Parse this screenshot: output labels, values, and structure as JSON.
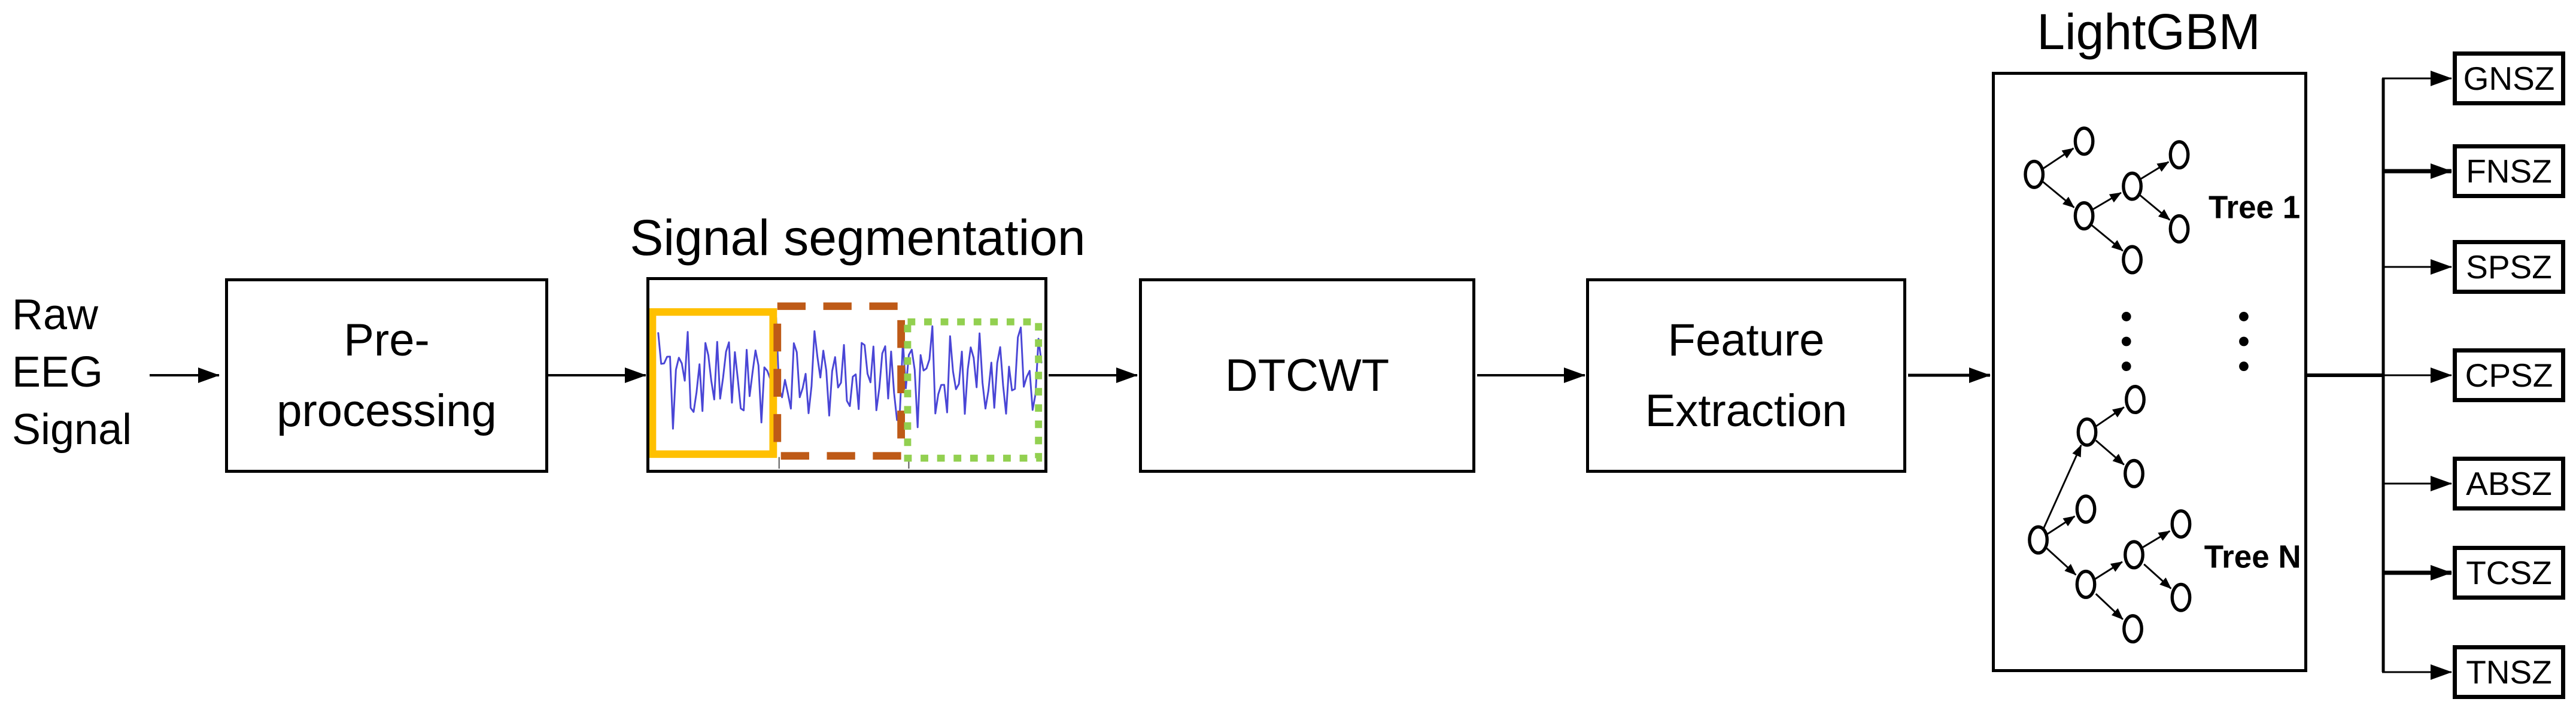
{
  "input_label": {
    "lines": [
      "Raw",
      "EEG",
      "Signal"
    ]
  },
  "stages": {
    "preprocessing": {
      "lines": [
        "Pre-",
        "processing"
      ]
    },
    "dtcwt": {
      "label": "DTCWT"
    },
    "feature_extraction": {
      "lines": [
        "Feature",
        "Extraction"
      ]
    }
  },
  "segmentation": {
    "title": "Signal segmentation"
  },
  "classifier": {
    "title": "LightGBM",
    "first_tree_label": "Tree 1",
    "last_tree_label": "Tree N"
  },
  "outputs": [
    "GNSZ",
    "FNSZ",
    "SPSZ",
    "CPSZ",
    "ABSZ",
    "TCSZ",
    "TNSZ"
  ],
  "colors": {
    "window1_solid": "#FFC000",
    "window2_dashed": "#BE5A17",
    "window3_dotted": "#92D050",
    "waveform": "#4A46D6",
    "line": "#000000"
  }
}
